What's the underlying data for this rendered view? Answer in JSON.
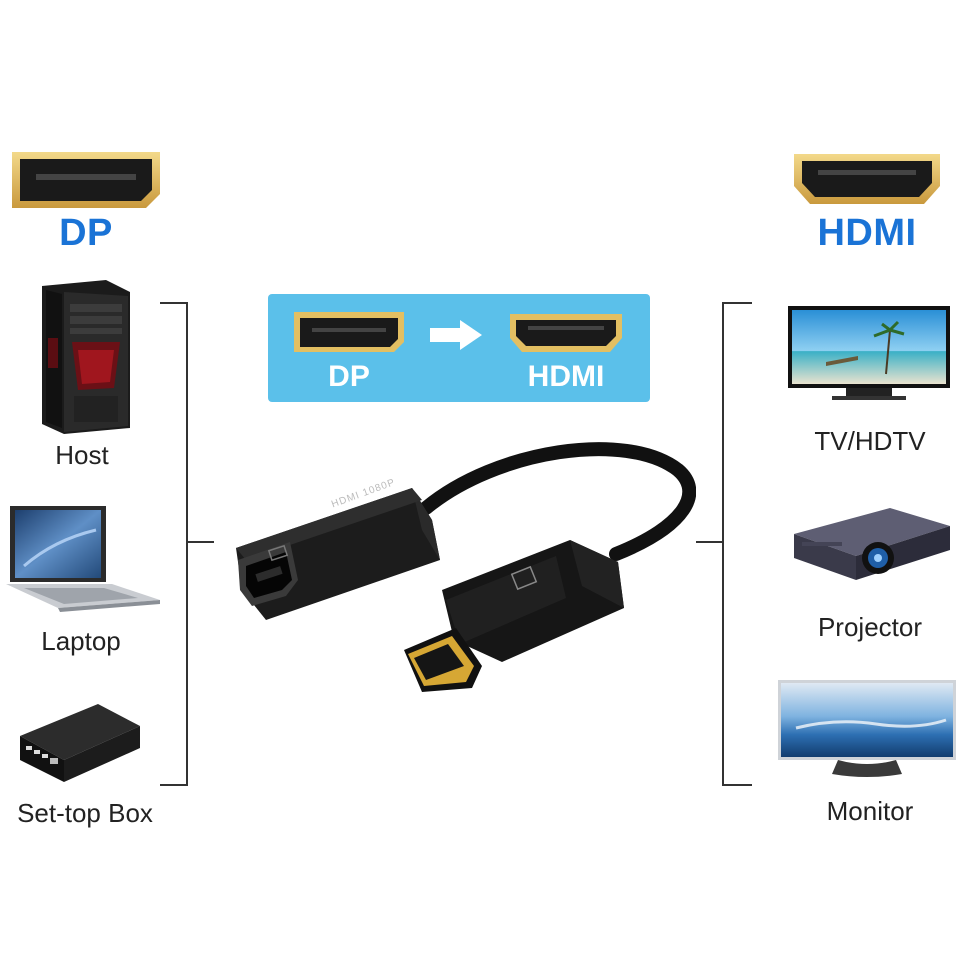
{
  "left": {
    "port_label": "DP",
    "devices": [
      {
        "label": "Host",
        "icon": "pc-tower-icon"
      },
      {
        "label": "Laptop",
        "icon": "laptop-icon"
      },
      {
        "label": "Set-top Box",
        "icon": "set-top-box-icon"
      }
    ]
  },
  "right": {
    "port_label": "HDMI",
    "devices": [
      {
        "label": "TV/HDTV",
        "icon": "tv-icon"
      },
      {
        "label": "Projector",
        "icon": "projector-icon"
      },
      {
        "label": "Monitor",
        "icon": "monitor-icon"
      }
    ]
  },
  "banner": {
    "from_label": "DP",
    "to_label": "HDMI",
    "arrow_icon": "arrow-right-icon",
    "background_color": "#5bc0ea"
  },
  "adapter": {
    "imprint": "HDMI 1080P"
  },
  "colors": {
    "accent_blue": "#1a73d6",
    "gold": "#d9b25a"
  }
}
